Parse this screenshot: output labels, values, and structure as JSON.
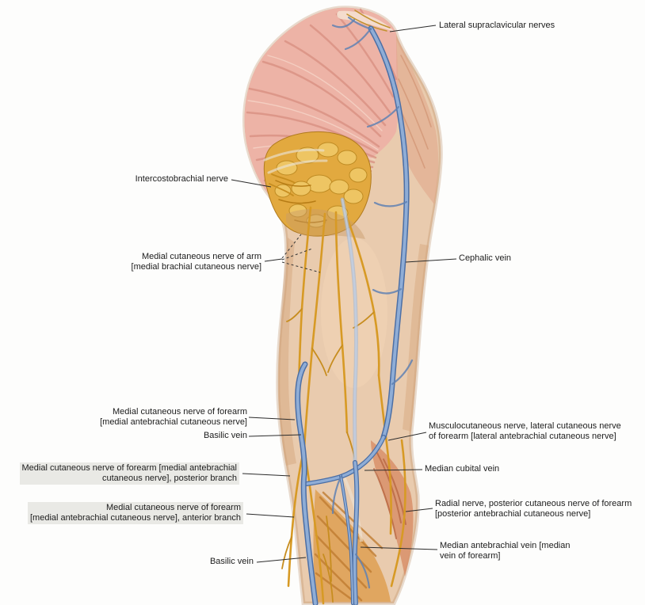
{
  "labels": {
    "left": [
      {
        "text": "Intercostobrachial nerve"
      },
      {
        "text": "Medial cutaneous nerve of arm\n[medial brachial cutaneous nerve]"
      },
      {
        "text": "Medial cutaneous nerve of forearm\n[medial antebrachial cutaneous nerve]"
      },
      {
        "text": "Basilic vein"
      },
      {
        "text": "Medial cutaneous nerve of forearm [medial antebrachial\ncutaneous nerve], posterior branch"
      },
      {
        "text": "Medial cutaneous nerve of forearm\n[medial antebrachial cutaneous nerve], anterior branch"
      },
      {
        "text": "Basilic vein"
      }
    ],
    "right": [
      {
        "text": "Lateral supraclavicular nerves"
      },
      {
        "text": "Cephalic vein"
      },
      {
        "text": "Musculocutaneous nerve, lateral cutaneous nerve\nof forearm [lateral antebrachial cutaneous nerve]"
      },
      {
        "text": "Median cubital vein"
      },
      {
        "text": "Radial nerve, posterior cutaneous nerve of forearm\n[posterior antebrachial cutaneous nerve]"
      },
      {
        "text": "Median antebrachial vein [median\nvein of forearm]"
      }
    ]
  },
  "colors": {
    "background": "#fdfdfc",
    "skin": "#e9cbae",
    "muscle_pink": "#edb3a6",
    "muscle_striation": "#d78e7f",
    "fat_nerve_yellow": "#e2a93f",
    "nerve_yellow": "#d79a25",
    "vein_blue": "#8fadd6",
    "vein_blue_dark": "#4c6fa5",
    "outline": "#7d5c41",
    "label_text": "#1c1c1c",
    "leader_line": "#2b2b2b"
  }
}
